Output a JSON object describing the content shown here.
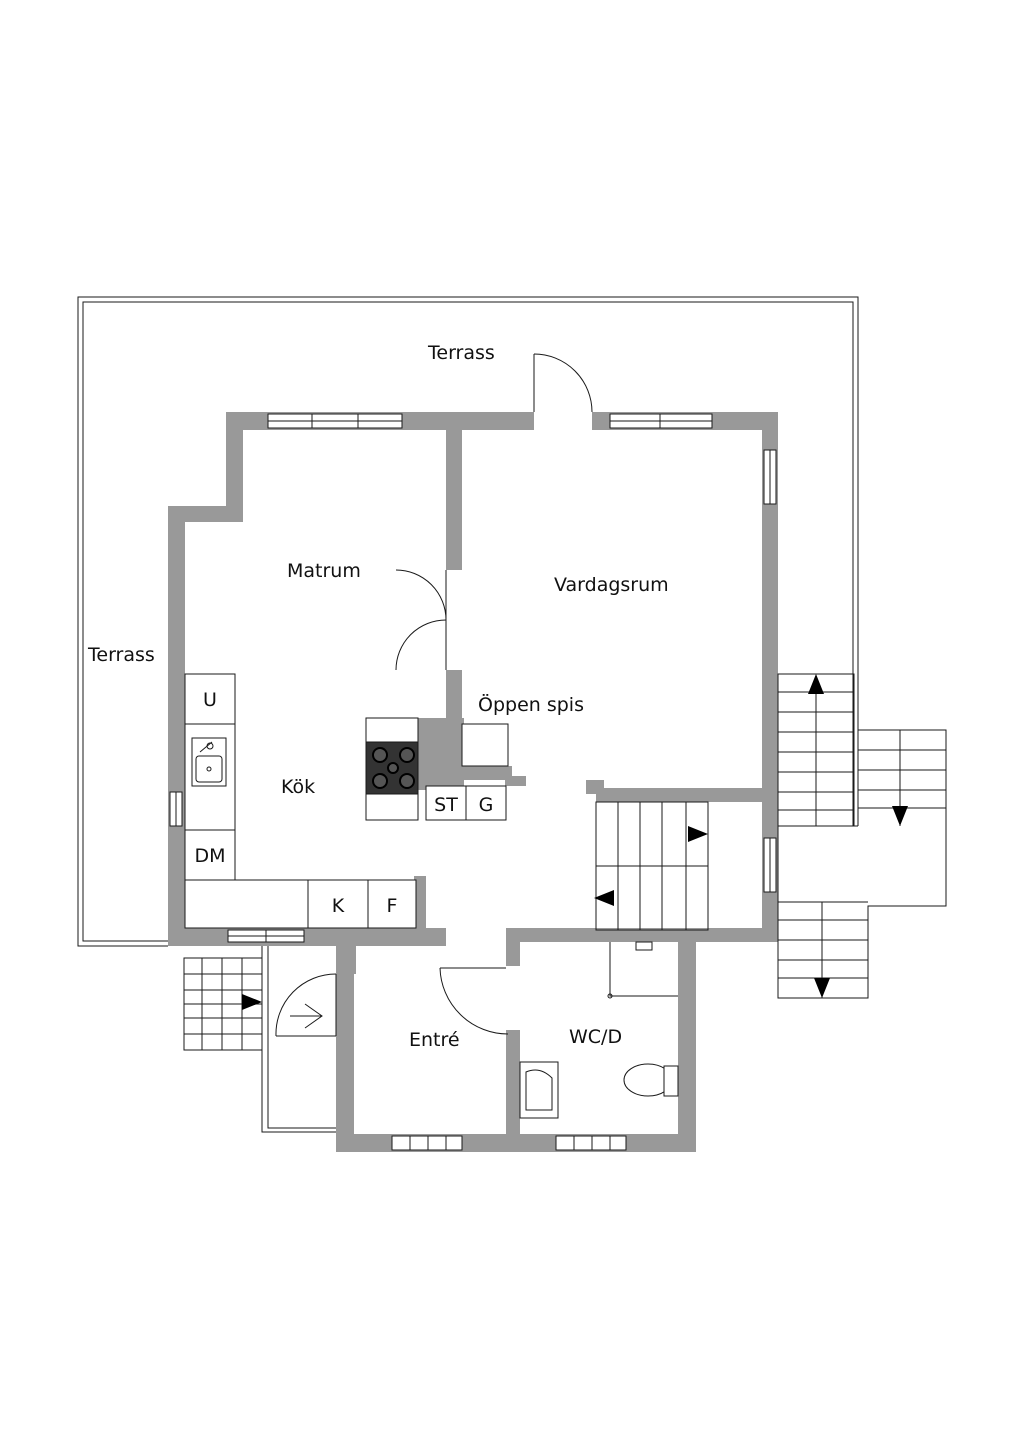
{
  "labels": {
    "terrace_top": "Terrass",
    "terrace_left": "Terrass",
    "dining": "Matrum",
    "living": "Vardagsrum",
    "fireplace": "Öppen spis",
    "kitchen": "Kök",
    "entrance": "Entré",
    "wc": "WC/D"
  },
  "appliances": {
    "freezer": "U",
    "dishwasher": "DM",
    "fridge": "K",
    "freezer2": "F",
    "stove": "ST",
    "g": "G"
  },
  "colors": {
    "wall": "#999999",
    "line": "#1a1a1a",
    "background": "#ffffff"
  }
}
